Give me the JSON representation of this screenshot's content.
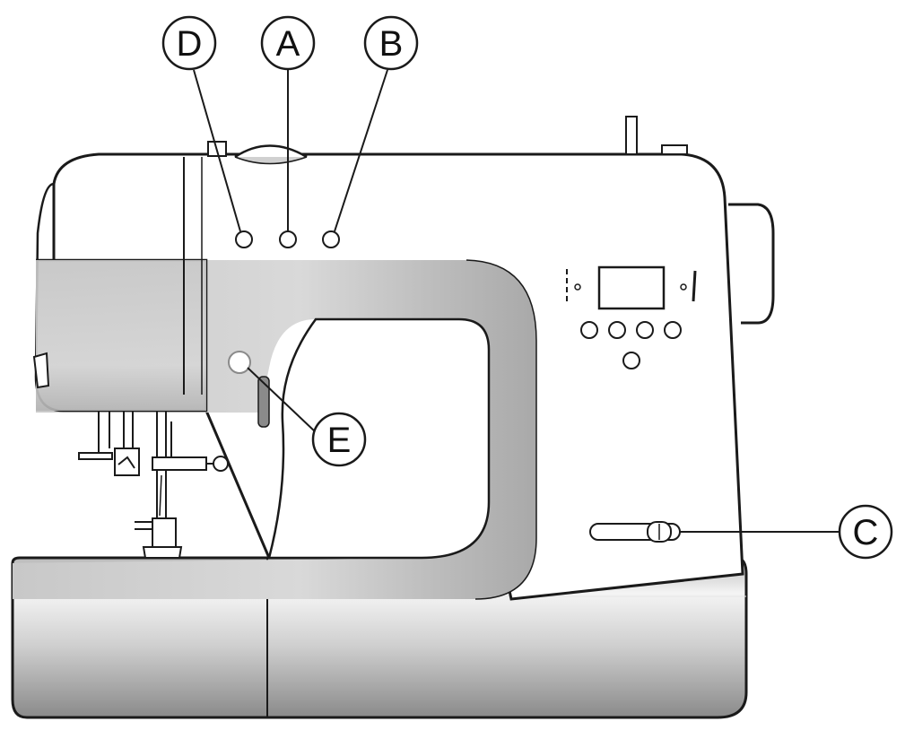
{
  "diagram": {
    "callouts": [
      {
        "id": "D",
        "label": "D"
      },
      {
        "id": "A",
        "label": "A"
      },
      {
        "id": "B",
        "label": "B"
      },
      {
        "id": "E",
        "label": "E"
      },
      {
        "id": "C",
        "label": "C"
      }
    ]
  },
  "colors": {
    "outline": "#1a1a1a",
    "body": "#ffffff",
    "gray_band": "#b9b9b9",
    "base_gradient_top": "#ffffff",
    "base_gradient_bottom": "#8c8c8c"
  }
}
